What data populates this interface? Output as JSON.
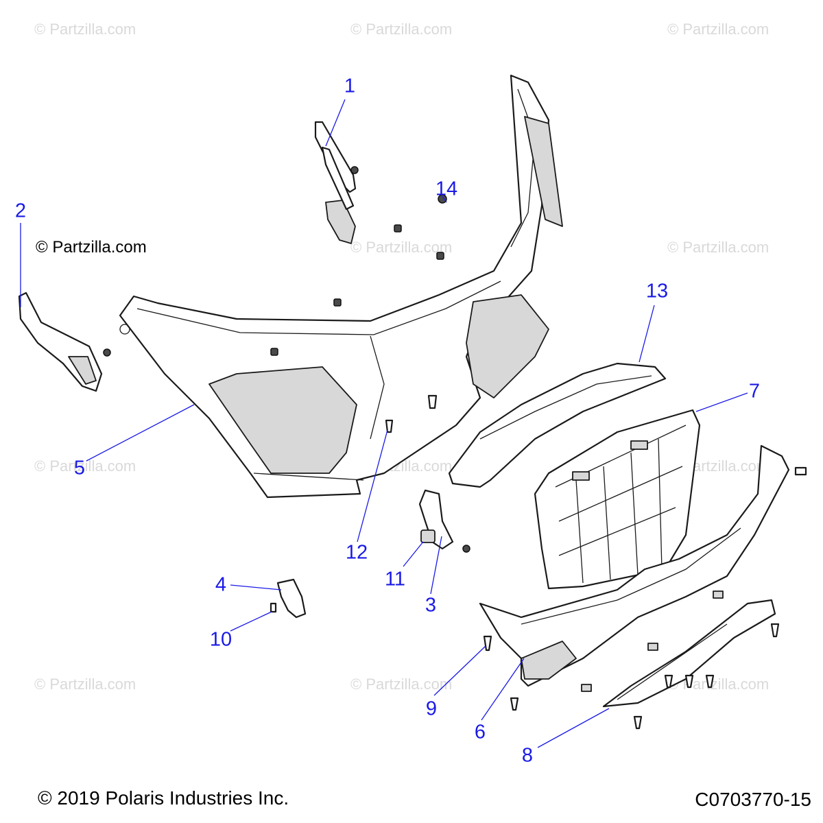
{
  "watermark_text": "© Partzilla.com",
  "credit_text": "© Partzilla.com",
  "copyright": "© 2019 Polaris Industries Inc.",
  "drawing_id": "C0703770-15",
  "callouts": [
    "1",
    "2",
    "3",
    "4",
    "5",
    "6",
    "7",
    "8",
    "9",
    "10",
    "11",
    "12",
    "13",
    "14"
  ],
  "colors": {
    "callout": "#1a1ae6",
    "line_art": "#1a1a1a",
    "watermark": "#d9d9d9"
  }
}
